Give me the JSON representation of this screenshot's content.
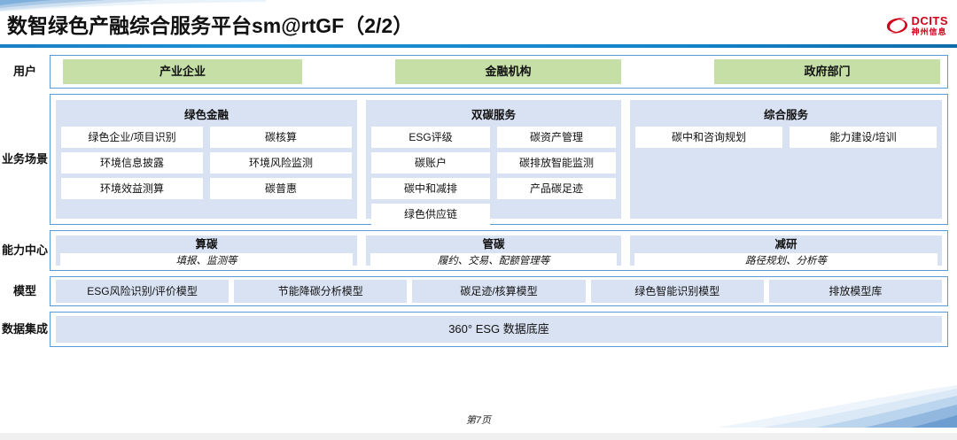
{
  "header": {
    "title": "数智绿色产融综合服务平台sm@rtGF（2/2）",
    "logo": {
      "en": "DCITS",
      "cn": "神州信息",
      "icon": "dcits-swoosh-icon",
      "color": "#d0021b"
    }
  },
  "colors": {
    "accent_blue": "#1c90d4",
    "border_blue": "#5b9bd5",
    "group_fill": "#d9e2f3",
    "user_fill": "#c5dfa7"
  },
  "rows": {
    "user": {
      "label": "用户",
      "items": [
        "产业企业",
        "金融机构",
        "政府部门"
      ]
    },
    "business": {
      "label": "业务场景",
      "groups": [
        {
          "title": "绿色金融",
          "items": [
            "绿色企业/项目识别",
            "碳核算",
            "环境信息披露",
            "环境风险监测",
            "环境效益测算",
            "碳普惠"
          ]
        },
        {
          "title": "双碳服务",
          "items": [
            "ESG评级",
            "碳资产管理",
            "碳账户",
            "碳排放智能监测",
            "碳中和减排",
            "产品碳足迹",
            "绿色供应链"
          ]
        },
        {
          "title": "综合服务",
          "items": [
            "碳中和咨询规划",
            "能力建设/培训"
          ]
        }
      ]
    },
    "capability": {
      "label": "能力中心",
      "groups": [
        {
          "title": "算碳",
          "sub": "填报、监测等"
        },
        {
          "title": "管碳",
          "sub": "履约、交易、配额管理等"
        },
        {
          "title": "减研",
          "sub": "路径规划、分析等"
        }
      ]
    },
    "model": {
      "label": "模型",
      "items": [
        "ESG风险识别/评价模型",
        "节能降碳分析模型",
        "碳足迹/核算模型",
        "绿色智能识别模型",
        "排放模型库"
      ]
    },
    "data": {
      "label": "数据集成",
      "bar": "360° ESG 数据底座"
    }
  },
  "footer": {
    "page": "第7页"
  }
}
